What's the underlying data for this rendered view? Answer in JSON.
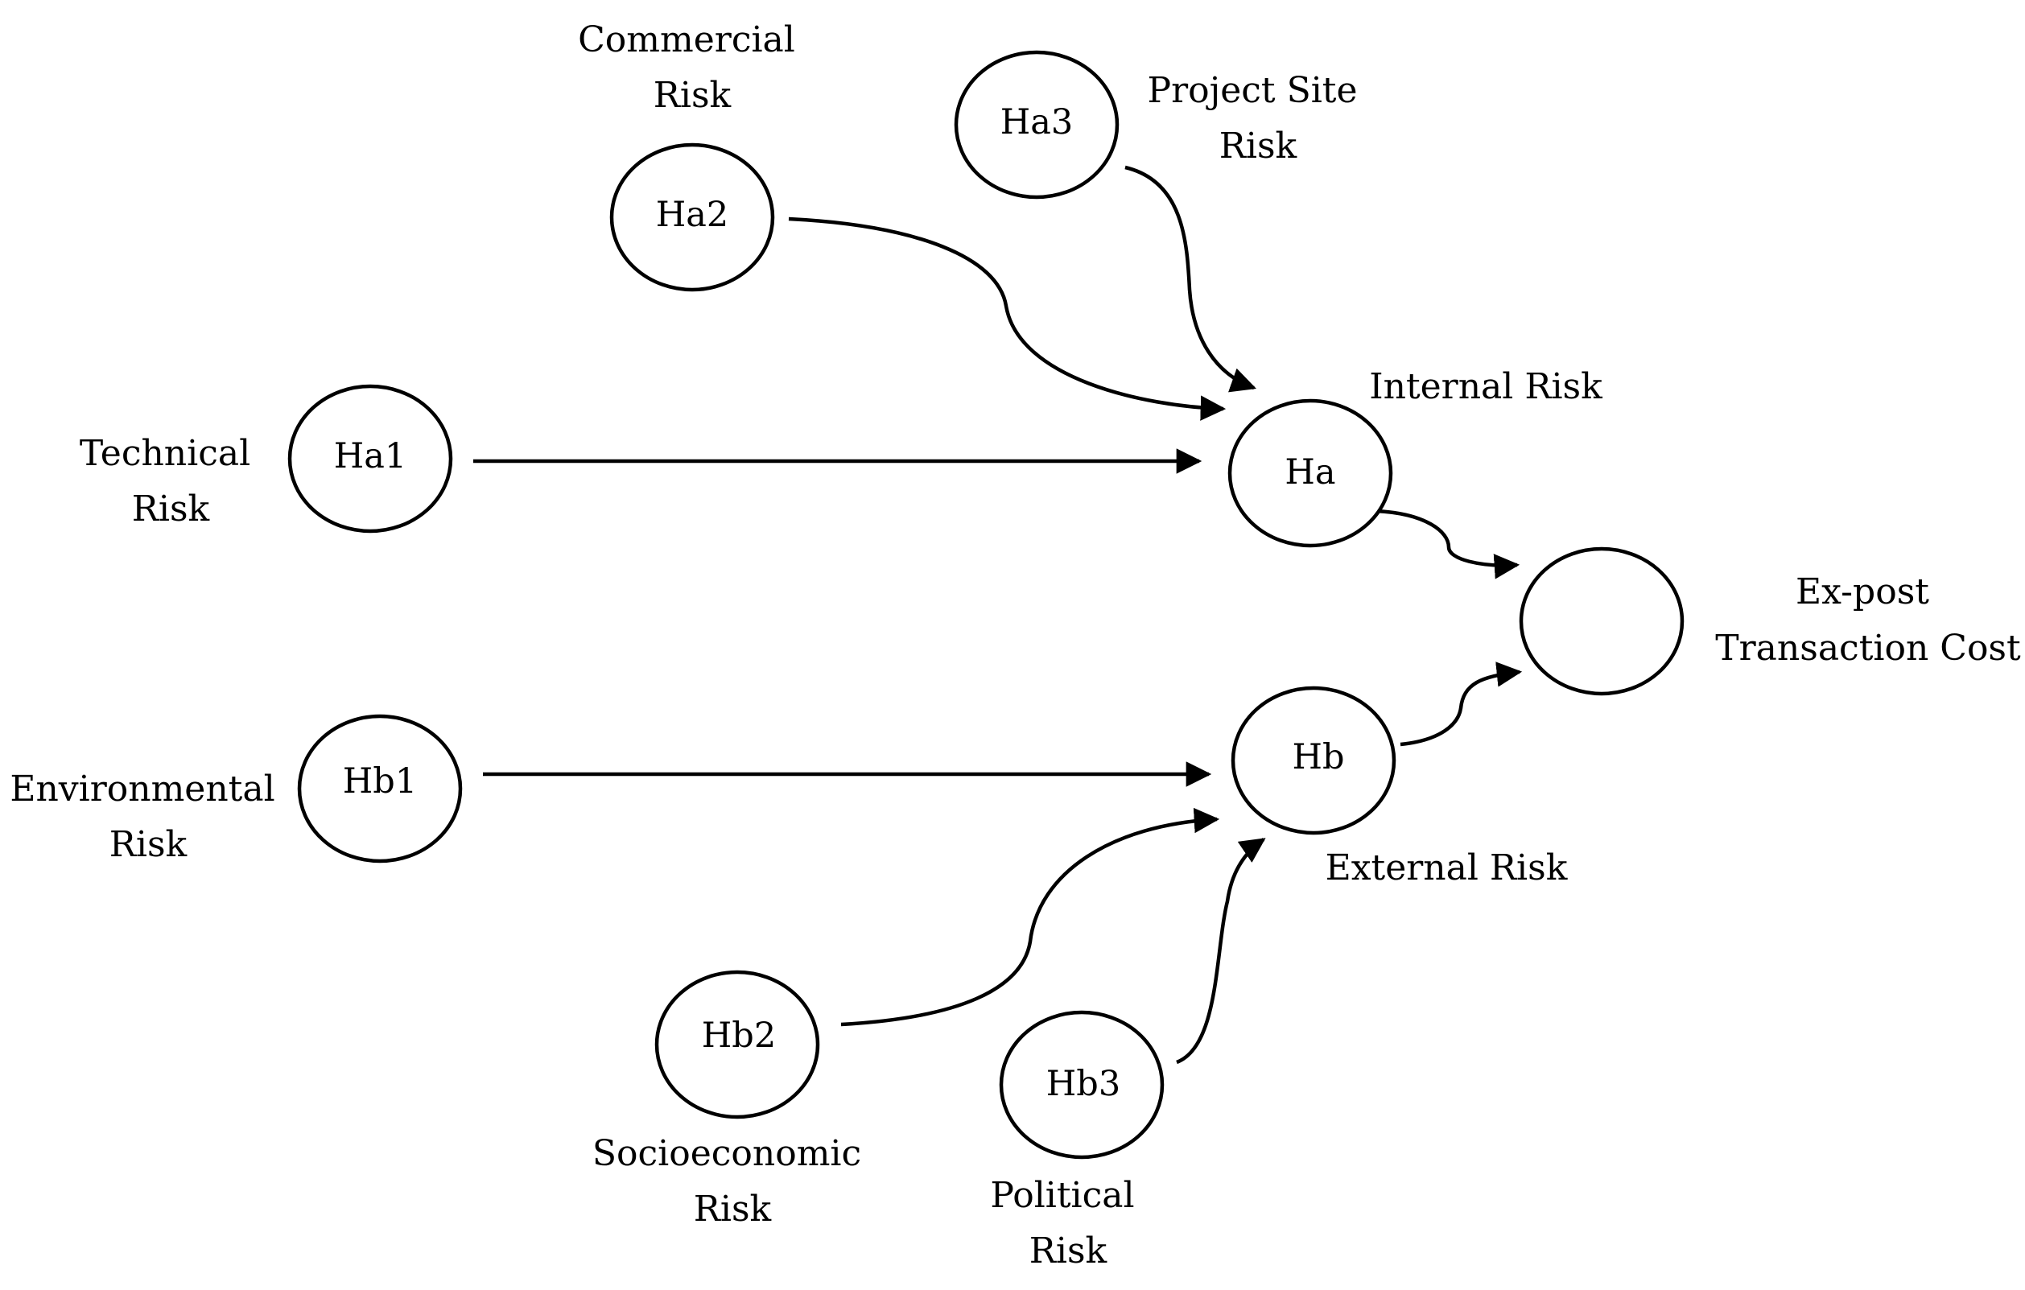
{
  "nodes": {
    "ha2": "Ha2",
    "ha3": "Ha3",
    "ha1": "Ha1",
    "ha": "Ha",
    "hb1": "Hb1",
    "hb": "Hb",
    "hb2": "Hb2",
    "hb3": "Hb3",
    "ec": ""
  },
  "labels": {
    "commercial": [
      "Commercial",
      "Risk"
    ],
    "project_site": [
      "Project Site",
      "Risk"
    ],
    "technical": [
      "Technical",
      "Risk"
    ],
    "internal": "Internal Risk",
    "ex_post": [
      "Ex-post",
      "Transaction Cost"
    ],
    "environmental": [
      "Environmental",
      "Risk"
    ],
    "external": "External Risk",
    "socioeconomic": [
      "Socioeconomic",
      "Risk"
    ],
    "political": [
      "Political",
      "Risk"
    ]
  }
}
